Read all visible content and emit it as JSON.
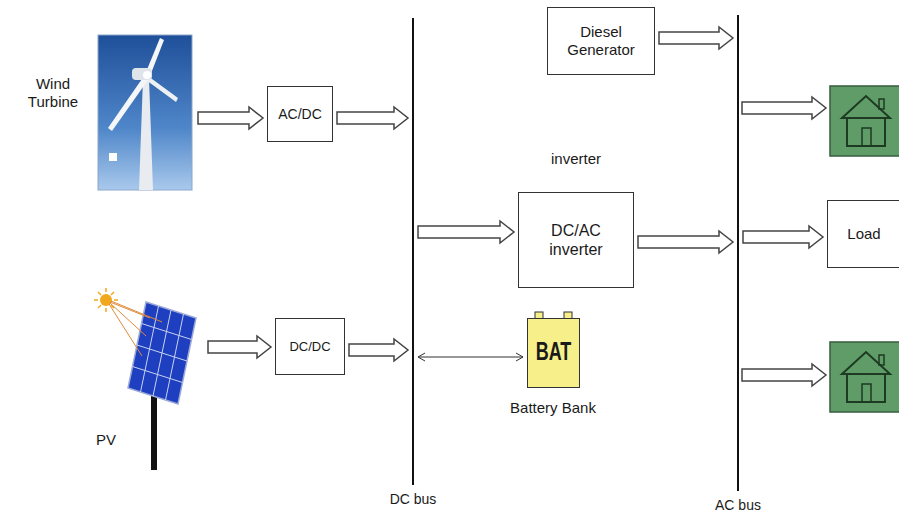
{
  "diagram": {
    "nodes": [
      {
        "text": [
          "Wind Turbine"
        ]
      },
      {
        "text": [
          "AC/DC"
        ]
      },
      {
        "text": [
          "DC bus"
        ]
      },
      {
        "text": [
          "Diesel Generator"
        ]
      },
      {
        "text": [
          "AC bus"
        ]
      },
      {
        "text": [
          "inverter",
          "DC/AC inverter"
        ]
      },
      {
        "text": [
          "Load"
        ]
      },
      {
        "text": [
          "PV"
        ]
      },
      {
        "text": [
          "DC/DC"
        ]
      },
      {
        "text": [
          "BAT",
          "Battery Bank"
        ]
      }
    ],
    "edges": [
      {
        "from": 0,
        "to": 1,
        "arrow": "to"
      },
      {
        "from": 1,
        "to": 2,
        "arrow": "to"
      },
      {
        "from": 3,
        "to": 4,
        "arrow": "to"
      },
      {
        "from": 2,
        "to": 5,
        "arrow": "to"
      },
      {
        "from": 5,
        "to": 4,
        "arrow": "to"
      },
      {
        "from": 4,
        "to": 6,
        "arrow": "to"
      },
      {
        "from": 7,
        "to": 8,
        "arrow": "to"
      },
      {
        "from": 8,
        "to": 2,
        "arrow": "to"
      },
      {
        "from": 2,
        "to": 9,
        "arrow": "both"
      }
    ]
  }
}
